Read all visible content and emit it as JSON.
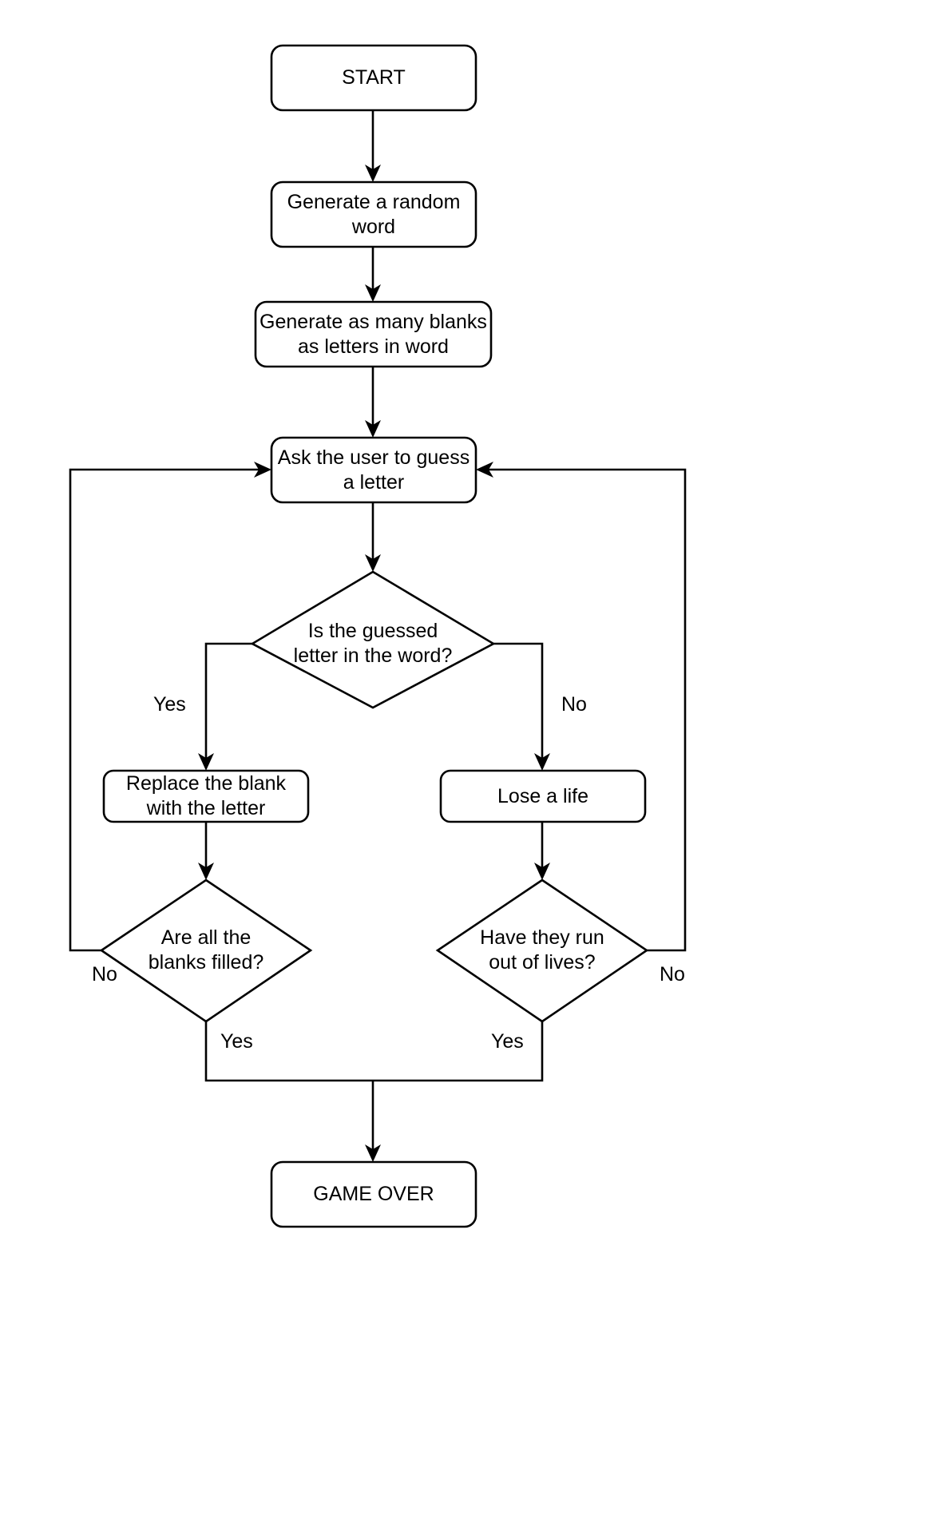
{
  "diagram": {
    "type": "flowchart",
    "title": "Hangman game flowchart",
    "background_color": "#ffffff",
    "stroke_color": "#000000",
    "fill_color": "#ffffff",
    "nodes": [
      {
        "id": "start",
        "shape": "rounded-rect",
        "text": "START"
      },
      {
        "id": "gen_word",
        "shape": "rounded-rect",
        "text": "Generate a random\nword"
      },
      {
        "id": "gen_blanks",
        "shape": "rounded-rect",
        "text": "Generate as many blanks\nas letters in word"
      },
      {
        "id": "ask_letter",
        "shape": "rounded-rect",
        "text": "Ask the user to guess\na letter"
      },
      {
        "id": "is_in_word",
        "shape": "diamond",
        "text": "Is the guessed\nletter in the word?"
      },
      {
        "id": "replace",
        "shape": "rounded-rect",
        "text": "Replace the blank\nwith the letter"
      },
      {
        "id": "lose_life",
        "shape": "rounded-rect",
        "text": "Lose a life"
      },
      {
        "id": "all_filled",
        "shape": "diamond",
        "text": "Are all the\nblanks filled?"
      },
      {
        "id": "out_of_lives",
        "shape": "diamond",
        "text": "Have they run\nout of lives?"
      },
      {
        "id": "game_over",
        "shape": "rounded-rect",
        "text": "GAME OVER"
      }
    ],
    "edges": [
      {
        "from": "start",
        "to": "gen_word",
        "label": ""
      },
      {
        "from": "gen_word",
        "to": "gen_blanks",
        "label": ""
      },
      {
        "from": "gen_blanks",
        "to": "ask_letter",
        "label": ""
      },
      {
        "from": "ask_letter",
        "to": "is_in_word",
        "label": ""
      },
      {
        "from": "is_in_word",
        "to": "replace",
        "label": "Yes"
      },
      {
        "from": "is_in_word",
        "to": "lose_life",
        "label": "No"
      },
      {
        "from": "replace",
        "to": "all_filled",
        "label": ""
      },
      {
        "from": "lose_life",
        "to": "out_of_lives",
        "label": ""
      },
      {
        "from": "all_filled",
        "to": "ask_letter",
        "label": "No"
      },
      {
        "from": "out_of_lives",
        "to": "ask_letter",
        "label": "No"
      },
      {
        "from": "all_filled",
        "to": "game_over",
        "label": "Yes"
      },
      {
        "from": "out_of_lives",
        "to": "game_over",
        "label": "Yes"
      }
    ],
    "labels": {
      "start": "START",
      "gen_word": "Generate a random\nword",
      "gen_blanks": "Generate as many blanks\nas letters in word",
      "ask_letter": "Ask the user to guess\na letter",
      "is_in_word": "Is the guessed\nletter in the word?",
      "replace": "Replace the blank\nwith the letter",
      "lose_life": "Lose a life",
      "all_filled": "Are all the\nblanks filled?",
      "out_of_lives": "Have they run\nout of lives?",
      "game_over": "GAME OVER"
    },
    "edge_labels": {
      "is_in_word_yes": "Yes",
      "is_in_word_no": "No",
      "all_filled_no": "No",
      "out_of_lives_no": "No",
      "all_filled_yes": "Yes",
      "out_of_lives_yes": "Yes"
    }
  }
}
